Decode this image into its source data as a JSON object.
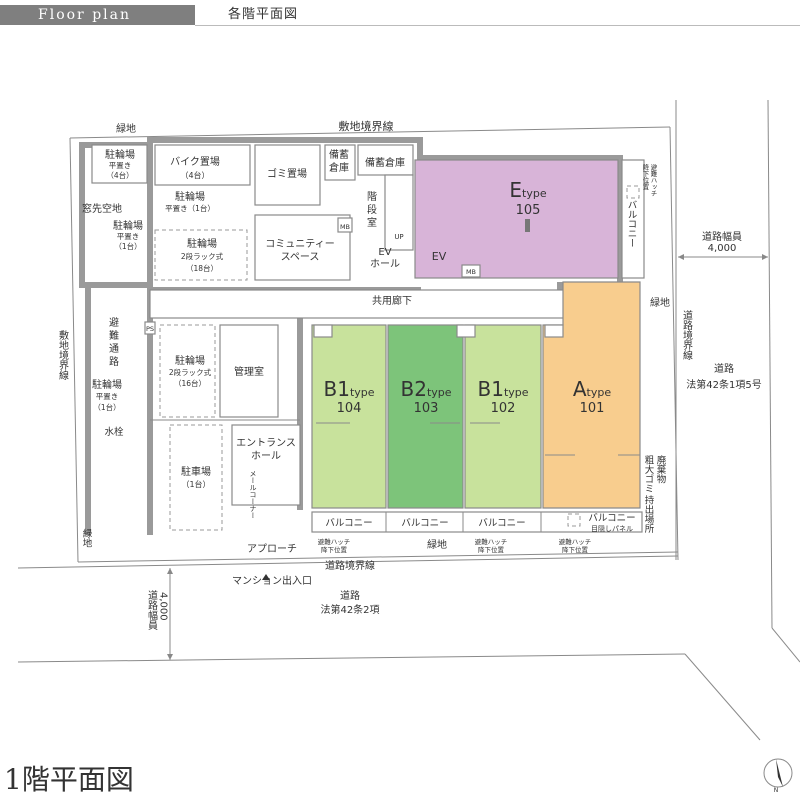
{
  "header": {
    "tag": "Floor plan",
    "subtitle": "各階平面図"
  },
  "floor_title": "1階平面図",
  "colors": {
    "e_unit": "#d8b4d8",
    "b1_unit": "#c8e29c",
    "b2_unit": "#7dc47a",
    "a_unit": "#f8cd8e",
    "wall": "#9a9a9a"
  },
  "labels": {
    "boundary_top": "敷地境界線",
    "boundary_left": "敷地境界線",
    "boundary_right": "道路境界線",
    "boundary_bottom": "道路境界線",
    "greenery": "緑地",
    "bike_parking_top_1": "駐輪場",
    "bike_parking_top_2": "平置き",
    "bike_parking_top_3": "（4台）",
    "motorbike_1": "バイク置場",
    "motorbike_2": "（4台）",
    "bike_flat_1": "駐輪場",
    "bike_flat_2": "平置き（1台）",
    "window_garden": "窓先空地",
    "bike_left_1": "駐輪場",
    "bike_left_2": "平置き",
    "bike_left_3": "（1台）",
    "bike_rack_1": "駐輪場",
    "bike_rack_2": "2段ラック式",
    "bike_rack_3": "（18台）",
    "garbage": "ゴミ置場",
    "storage_1_a": "備蓄",
    "storage_1_b": "倉庫",
    "storage_2": "備蓄倉庫",
    "stairs_a": "階",
    "stairs_b": "段",
    "stairs_c": "室",
    "up": "UP",
    "community_1": "コミュニティー",
    "community_2": "スペース",
    "ev_hall_1": "EV",
    "ev_hall_2": "ホール",
    "ev": "EV",
    "mb": "MB",
    "ps": "PS",
    "corridor": "共用廊下",
    "escape_path_1": "避",
    "escape_path_2": "難",
    "escape_path_3": "通",
    "escape_path_4": "路",
    "bike_rack2_1": "駐輪場",
    "bike_rack2_2": "2段ラック式",
    "bike_rack2_3": "（16台）",
    "management": "管理室",
    "bike_left2_1": "駐輪場",
    "bike_left2_2": "平置き",
    "bike_left2_3": "（1台）",
    "faucet": "水栓",
    "entrance_1": "エントランス",
    "entrance_2": "ホール",
    "mailbox": "メールコーナー",
    "parking_1": "駐車場",
    "parking_2": "（1台）",
    "approach": "アプローチ",
    "main_entrance": "マンション出入口",
    "balcony": "バルコニー",
    "balcony_right": "バルコニー",
    "escape_hatch_1": "避難ハッチ",
    "escape_hatch_2": "降下位置",
    "escape_hatch_r1": "避難ハッチ",
    "escape_hatch_r2": "降下位置",
    "blind_panel": "目隠しパネル",
    "waste_1": "廃棄物",
    "waste_2": "粗大ゴミ",
    "waste_3": "持出場所",
    "road_width_right": "道路幅員",
    "road_width_right_val": "4,000",
    "road_right_1": "道路",
    "road_right_2": "法第42条1項5号",
    "road_bottom_1": "道路",
    "road_bottom_2": "法第42条2項",
    "road_width_bottom": "道路幅員",
    "road_width_bottom_val": "4,000",
    "north": "N"
  },
  "units": [
    {
      "type_main": "E",
      "type_sub": "type",
      "number": "105"
    },
    {
      "type_main": "B1",
      "type_sub": "type",
      "number": "104"
    },
    {
      "type_main": "B2",
      "type_sub": "type",
      "number": "103"
    },
    {
      "type_main": "B1",
      "type_sub": "type",
      "number": "102"
    },
    {
      "type_main": "A",
      "type_sub": "type",
      "number": "101"
    }
  ]
}
